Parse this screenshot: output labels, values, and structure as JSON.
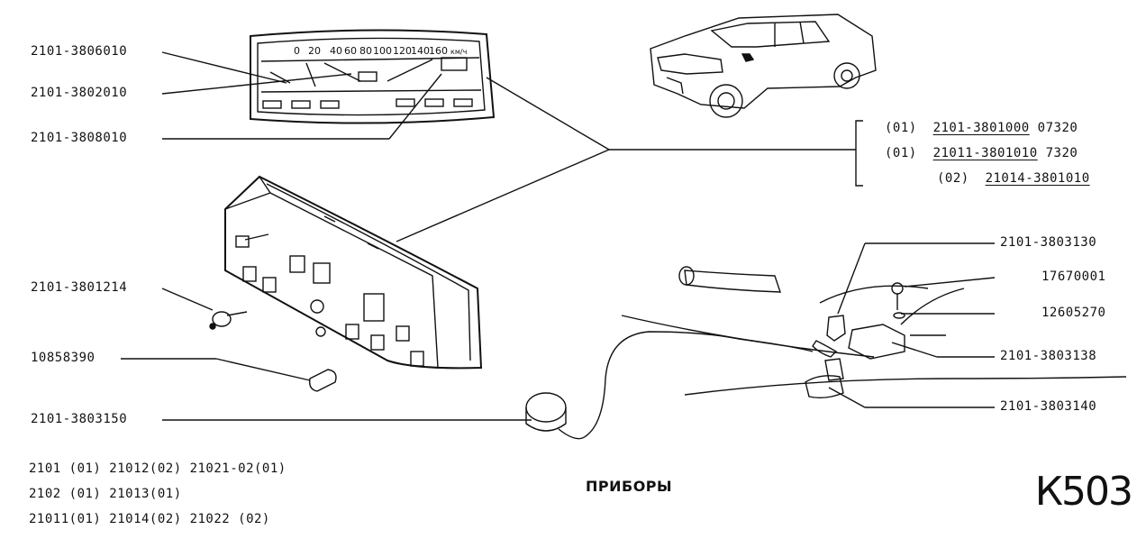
{
  "left_labels": [
    {
      "id": "l1",
      "text": "2101-3806010"
    },
    {
      "id": "l2",
      "text": "2101-3802010"
    },
    {
      "id": "l3",
      "text": "2101-3808010"
    },
    {
      "id": "l4",
      "text": "2101-3801214"
    },
    {
      "id": "l5",
      "text": "10858390"
    },
    {
      "id": "l6",
      "text": "2101-3803150"
    }
  ],
  "right_labels": [
    {
      "id": "r1",
      "text": "2101-3803130"
    },
    {
      "id": "r2",
      "text": "17670001"
    },
    {
      "id": "r3",
      "text": "12605270"
    },
    {
      "id": "r4",
      "text": "2101-3803138"
    },
    {
      "id": "r5",
      "text": "2101-3803140"
    }
  ],
  "variants": [
    {
      "tag": "(01)",
      "part": "2101-3801000",
      "suffix": "07320",
      "struck": true
    },
    {
      "tag": "(01)",
      "part": "21011-3801010",
      "suffix": "7320",
      "struck": false
    },
    {
      "tag": "(02)",
      "part": "21014-3801010",
      "suffix": "",
      "struck": false
    }
  ],
  "speedometer": {
    "ticks": [
      "0",
      "20",
      "40",
      "60",
      "80",
      "100",
      "120",
      "140",
      "160"
    ],
    "unit": "км/ч"
  },
  "applicability": [
    "2101 (01) 21012(02) 21021-02(01)",
    "2102 (01) 21013(01)",
    "21011(01) 21014(02) 21022   (02)"
  ],
  "title": "ПРИБОРЫ",
  "catalog_code": "К503"
}
